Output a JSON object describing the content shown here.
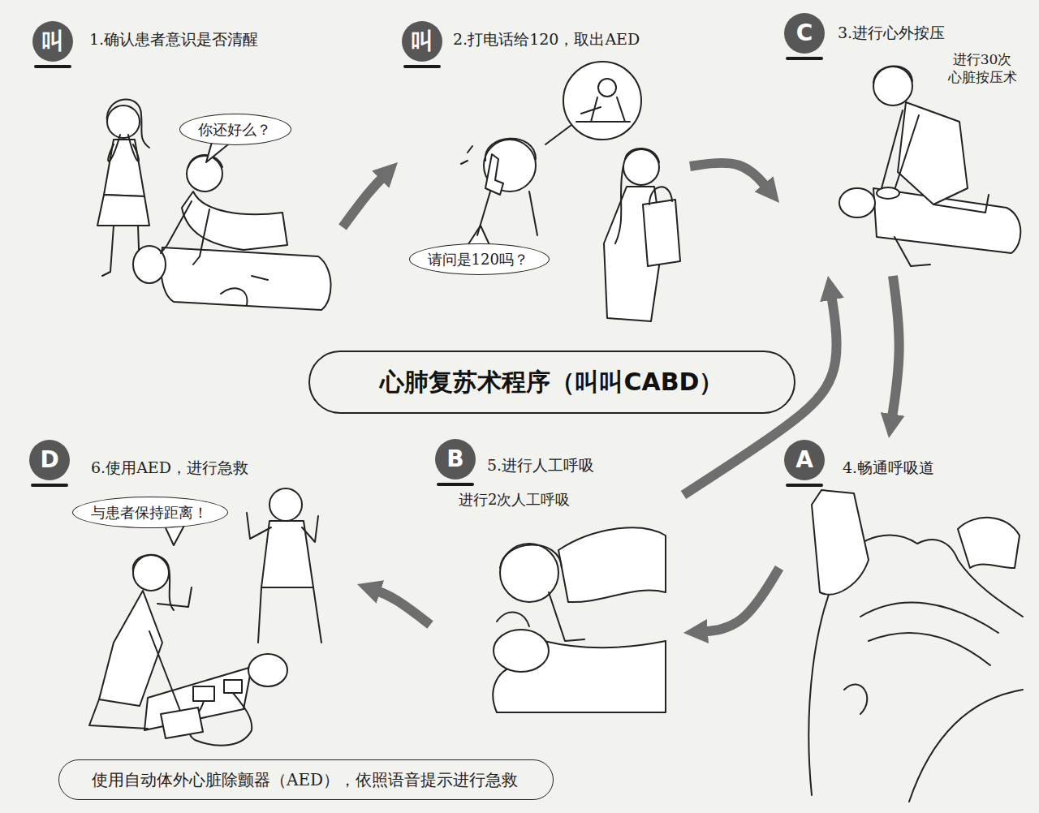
{
  "diagram": {
    "title": "心肺复苏术程序（叫叫CABD）",
    "nodes": [
      {
        "text": [
          "叫",
          "1.确认患者意识是否清醒"
        ]
      },
      {
        "text": [
          "你还好么？"
        ],
        "in": 0
      },
      {
        "text": [
          "叫",
          "2.打电话给120，取出AED"
        ]
      },
      {
        "text": [
          "请问是120吗？"
        ],
        "in": 2
      },
      {
        "text": [
          "C",
          "3.进行心外按压"
        ]
      },
      {
        "text": [
          "A",
          "4.畅通呼吸道"
        ]
      },
      {
        "text": [
          "B",
          "5.进行人工呼吸"
        ]
      },
      {
        "text": [
          "D",
          "6.使用AED，进行急救"
        ]
      },
      {
        "text": [
          "与患者保持距离！"
        ],
        "in": 7
      },
      {
        "text": [
          "使用自动体外心脏除颤器（AED），依照语音提示进行急救"
        ]
      }
    ],
    "edges": [
      {
        "from": 0,
        "to": 2,
        "arrow": "to"
      },
      {
        "from": 2,
        "to": 4,
        "arrow": "to"
      },
      {
        "from": 4,
        "to": 5,
        "arrow": "to"
      },
      {
        "from": 5,
        "to": 6,
        "arrow": "to"
      },
      {
        "from": 6,
        "to": 7,
        "arrow": "to"
      },
      {
        "from": 6,
        "to": 4,
        "arrow": "to"
      }
    ],
    "labels": [
      "进行30次 心脏按压术",
      "进行2次人工呼吸"
    ]
  }
}
